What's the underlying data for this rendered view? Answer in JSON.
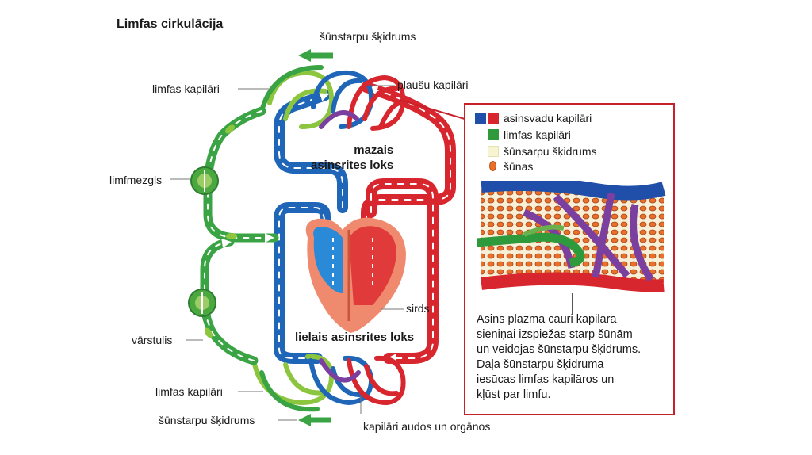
{
  "title": "Limfas cirkulācija",
  "labels": {
    "interstitial_top": "šūnstarpu šķidrums",
    "lymph_capillaries_top": "limfas kapilāri",
    "lung_capillaries": "plaušu kapilāri",
    "pulmonary_circuit": "mazais\nasinsrites loks",
    "lymph_node": "limfmezgls",
    "heart": "sirds",
    "valve": "vārstulis",
    "systemic_circuit": "lielais asinsrites loks",
    "lymph_capillaries_bottom": "limfas kapilāri",
    "interstitial_bottom": "šūnstarpu šķidrums",
    "tissue_capillaries": "kapilāri audos un orgānos"
  },
  "legend": {
    "items": [
      {
        "label": "asinsvadu kapilāri",
        "colors": [
          "#1f4fa8",
          "#d8262e"
        ]
      },
      {
        "label": "limfas kapilāri",
        "colors": [
          "#2e9a3c"
        ]
      },
      {
        "label": "šūnsarpu šķidrums",
        "colors": [
          "#f7f4d2"
        ]
      },
      {
        "label": "šūnas",
        "colors": [
          "#e8702a"
        ]
      }
    ],
    "description": "Asins plazma cauri kapilāra\nsieniņai izspiežas starp šūnām\nun veidojas šūnstarpu šķidrums.\nDaļa šūnstarpu šķidruma\niesūcas limfas kapilāros un\nkļūst par limfu."
  },
  "colors": {
    "artery": "#d8262e",
    "vein": "#1f66b8",
    "lymph": "#3aa344",
    "lymph_light": "#8cc63f",
    "purple": "#7b3fa0",
    "frame": "#c8202a"
  }
}
